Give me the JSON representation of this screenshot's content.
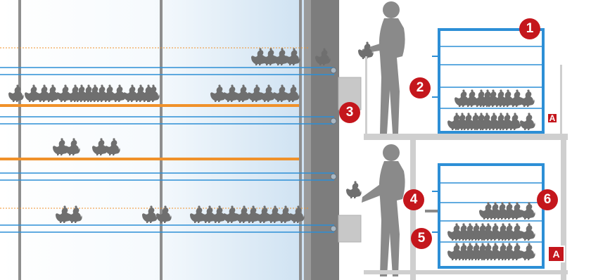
{
  "colors": {
    "accent_blue": "#2d8fd6",
    "perch_orange": "#f0912a",
    "marker_red": "#c4161c",
    "silhouette_gray": "#6f6f6f",
    "wall_gray": "#7d7d7d"
  },
  "icons": [
    "hen-icon",
    "person-silhouette-icon"
  ],
  "markers": [
    {
      "label": "1"
    },
    {
      "label": "2"
    },
    {
      "label": "3"
    },
    {
      "label": "4"
    },
    {
      "label": "5"
    },
    {
      "label": "6"
    }
  ],
  "section_tags": [
    {
      "label": "A"
    },
    {
      "label": "A"
    }
  ]
}
